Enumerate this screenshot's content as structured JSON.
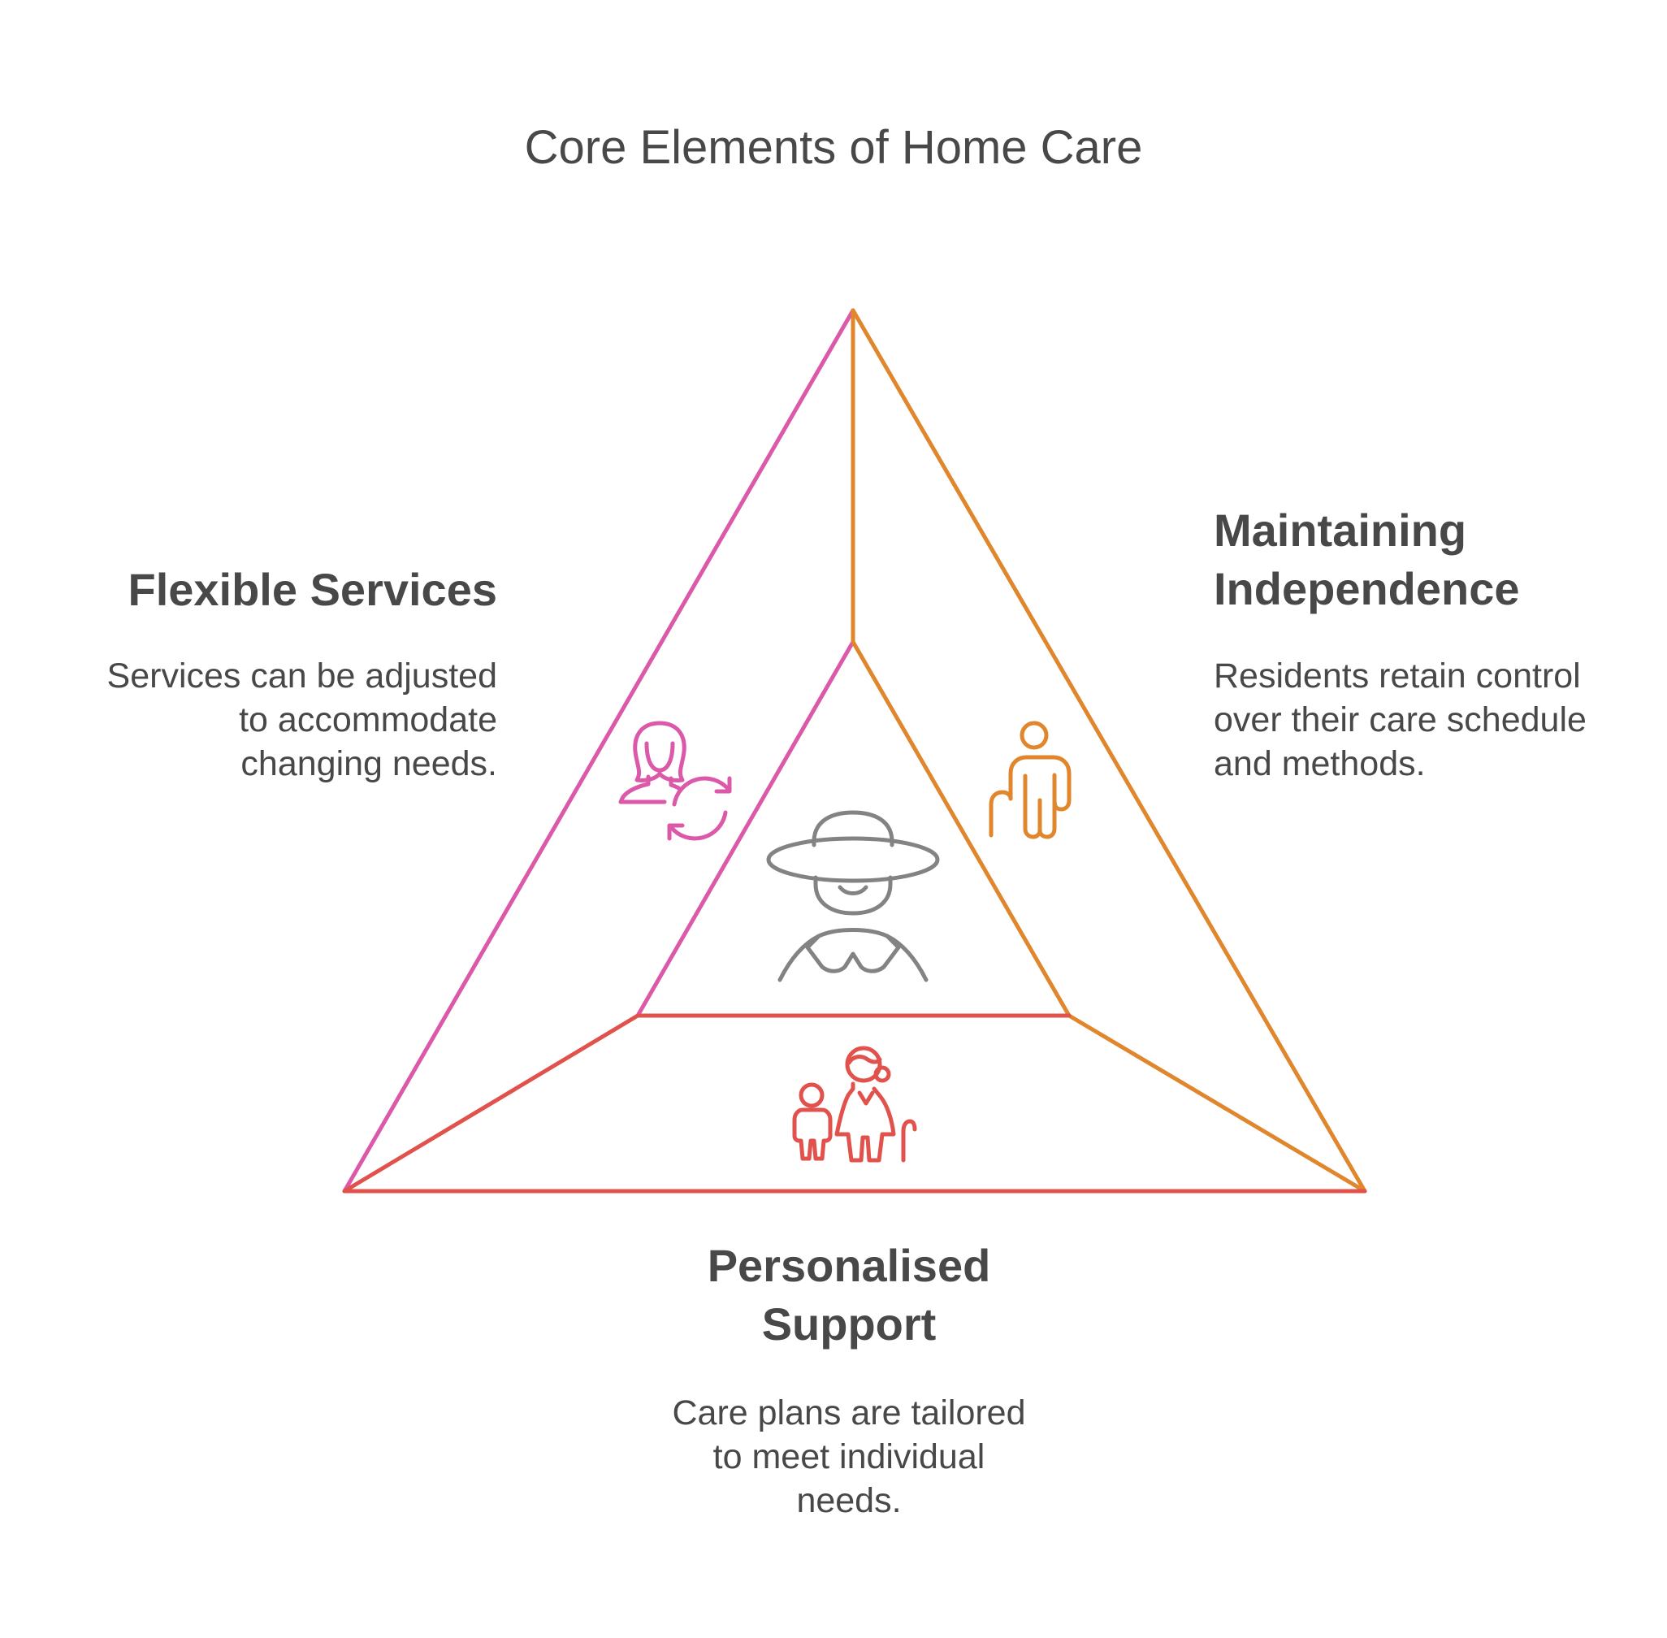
{
  "title": "Core Elements of Home Care",
  "colors": {
    "text": "#484848",
    "flexible": "#dc59a9",
    "independence": "#e0862d",
    "support": "#e2524c",
    "center_icon": "#838383"
  },
  "sections": {
    "flexible": {
      "heading": "Flexible Services",
      "description_lines": [
        "Services can be adjusted",
        "to accommodate",
        "changing needs."
      ],
      "icon": "person-with-refresh-icon"
    },
    "independence": {
      "heading_lines": [
        "Maintaining",
        "Independence"
      ],
      "description_lines": [
        "Residents retain control",
        "over their care schedule",
        "and methods."
      ],
      "icon": "person-with-cane-icon"
    },
    "support": {
      "heading_lines": [
        "Personalised",
        "Support"
      ],
      "description_lines": [
        "Care plans are tailored",
        "to meet individual",
        "needs."
      ],
      "icon": "grandmother-and-child-icon"
    },
    "center": {
      "icon": "elderly-person-with-hat-icon"
    }
  }
}
